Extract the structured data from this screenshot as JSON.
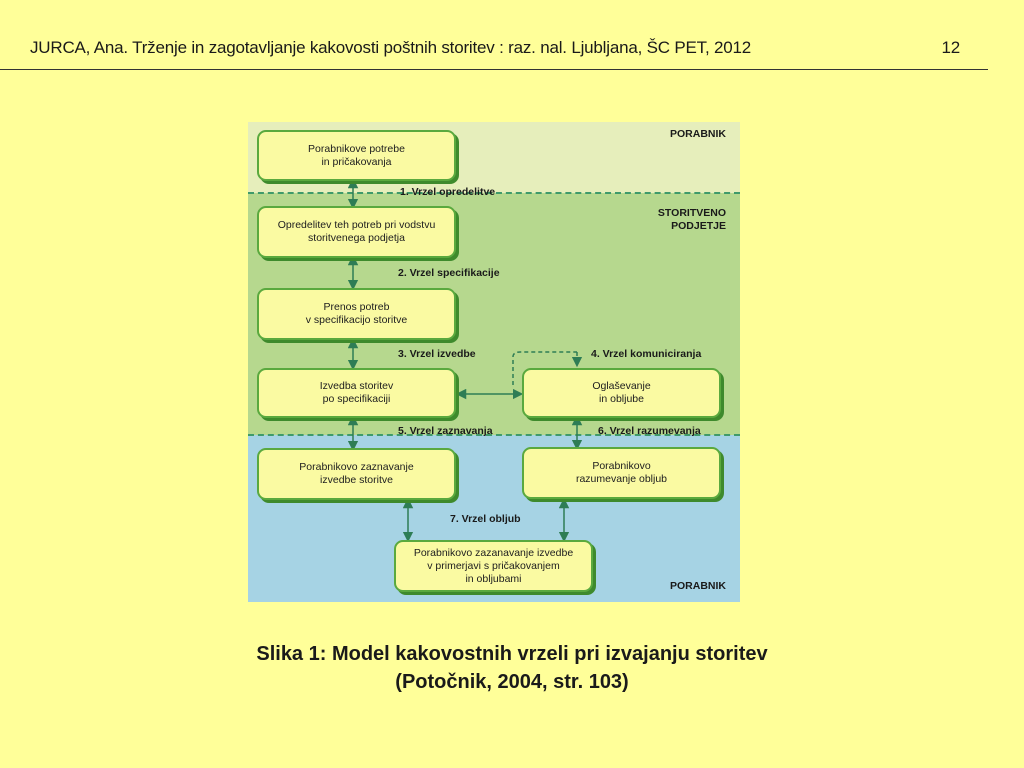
{
  "header": {
    "citation": "JURCA, Ana. Trženje in zagotavljanje kakovosti poštnih storitev : raz. nal. Ljubljana, ŠC PET, 2012",
    "page_number": "12"
  },
  "figure": {
    "zones": {
      "top": "PORABNIK",
      "middle": "STORITVENO\nPODJETJE",
      "bottom": "PORABNIK"
    },
    "boxes": {
      "needs": "Porabnikove potrebe\nin pričakovanja",
      "definition": "Opredelitev teh potreb pri vodstvu\nstoritvenega podjetja",
      "transfer": "Prenos potreb\nv specifikacijo storitve",
      "delivery": "Izvedba storitev\npo specifikaciji",
      "advertising": "Oglaševanje\nin obljube",
      "perception": "Porabnikovo zaznavanje\nizvedbe storitve",
      "understanding": "Porabnikovo\nrazumevanje obljub",
      "comparison": "Porabnikovo zazanavanje izvedbe\nv primerjavi s pričakovanjem\nin obljubami"
    },
    "gaps": {
      "g1": "1. Vrzel opredelitve",
      "g2": "2. Vrzel specifikacije",
      "g3": "3. Vrzel izvedbe",
      "g4": "4. Vrzel komuniciranja",
      "g5": "5. Vrzel zaznavanja",
      "g6": "6. Vrzel razumevanja",
      "g7": "7. Vrzel obljub"
    }
  },
  "caption": {
    "line1": "Slika 1: Model kakovostnih vrzeli pri izvajanju storitev",
    "line2": "(Potočnik, 2004, str. 103)"
  }
}
